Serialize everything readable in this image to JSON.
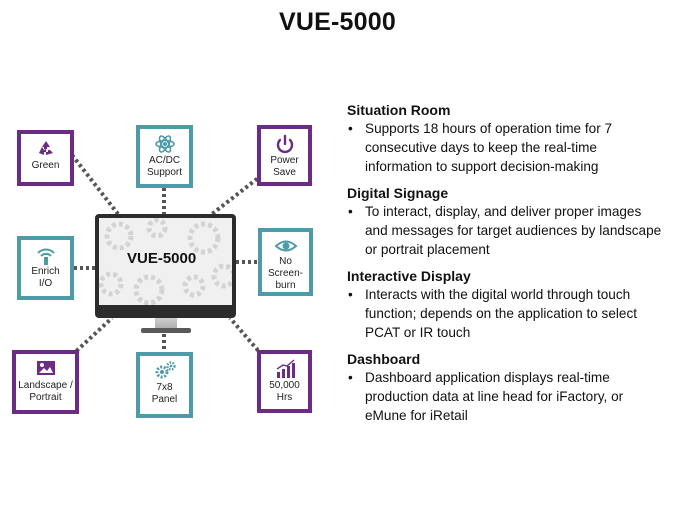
{
  "page": {
    "title": "VUE-5000"
  },
  "monitor": {
    "label": "VUE-5000"
  },
  "features": {
    "green": {
      "label": "Green",
      "icon": "recycle-icon"
    },
    "acdc": {
      "label": "AC/DC Support",
      "icon": "atom-icon"
    },
    "power": {
      "label": "Power Save",
      "icon": "power-icon"
    },
    "enrich": {
      "label": "Enrich I/O",
      "icon": "signal-icon"
    },
    "screenburn": {
      "label": "No Screen-burn",
      "icon": "eye-icon"
    },
    "landscape": {
      "label": "Landscape / Portrait",
      "icon": "picture-icon"
    },
    "panel": {
      "label": "7x8 Panel",
      "icon": "gears-icon"
    },
    "hours": {
      "label": "50,000 Hrs",
      "icon": "bar-chart-icon"
    }
  },
  "sections": [
    {
      "heading": "Situation Room",
      "bullet": "Supports 18 hours of operation time for 7 consecutive days to keep the real-time information to support decision-making"
    },
    {
      "heading": "Digital Signage",
      "bullet": "To interact, display, and deliver proper images and messages for target audiences by landscape or portrait placement"
    },
    {
      "heading": "Interactive Display",
      "bullet": "Interacts with the digital world through touch function; depends on the application to select PCAT or IR touch"
    },
    {
      "heading": "Dashboard",
      "bullet": "Dashboard application displays real-time production data at line head for iFactory, or eMune for iRetail"
    }
  ],
  "colors": {
    "purple": "#6c2c86",
    "teal": "#4e9ba8"
  }
}
